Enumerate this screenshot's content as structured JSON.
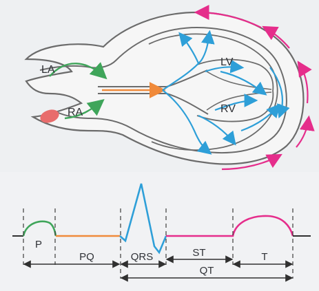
{
  "diagram": {
    "labels": {
      "la": "LA",
      "ra": "RA",
      "lv": "LV",
      "rv": "RV"
    },
    "ecg": {
      "segments": {
        "p": "P",
        "pq": "PQ",
        "qrs": "QRS",
        "st": "ST",
        "t": "T",
        "qt": "QT"
      }
    },
    "colors": {
      "heart_outline": "#6b6b6b",
      "heart_fill": "#f6f6f6",
      "background_upper": "#eef0f2",
      "background_lower": "#f1f2f4",
      "atrial_flow": "#3fa55a",
      "conduction_orange": "#f08a3a",
      "conduction_blue": "#2e9fd8",
      "repolarization_magenta": "#e52d8b",
      "node_red": "#e86c6c",
      "ecg_baseline": "#303030"
    }
  }
}
